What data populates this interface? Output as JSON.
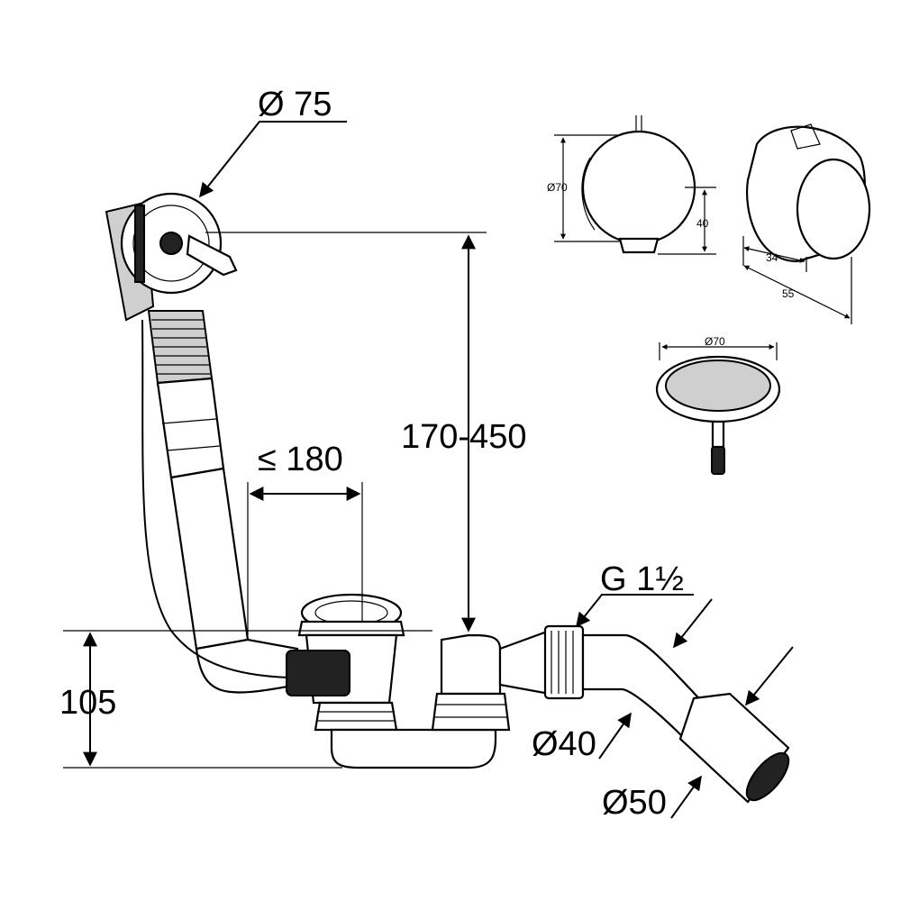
{
  "labels": {
    "overflow_diameter": "Ø 75",
    "height_range": "170-450",
    "max_distance": "≤ 180",
    "thread": "G 1½",
    "height": "105",
    "pipe_d40": "Ø40",
    "pipe_d50": "Ø50",
    "cover_d70_side": "Ø70",
    "cover_height_40": "40",
    "cover_depth_34": "34",
    "cover_depth_55": "55",
    "plug_d70": "Ø70"
  }
}
